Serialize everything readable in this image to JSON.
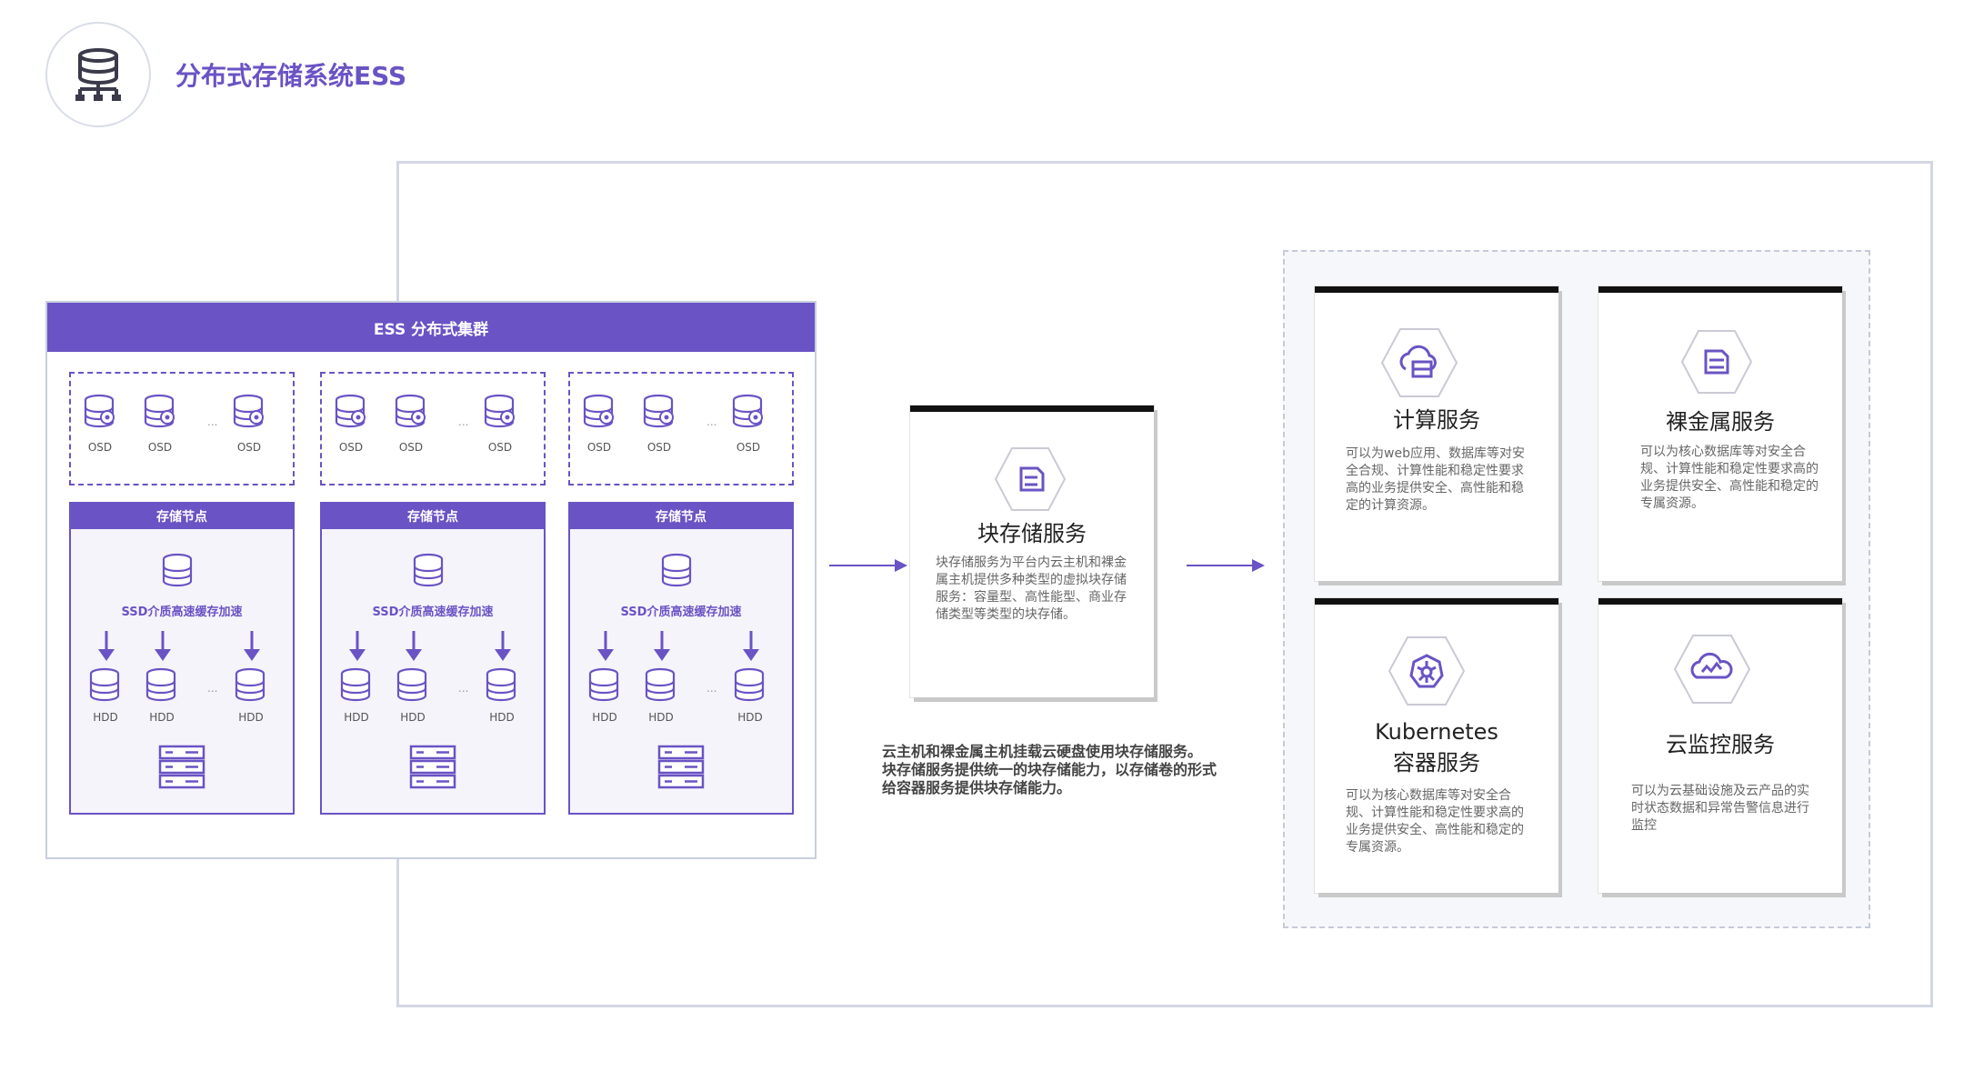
{
  "header": {
    "title": "分布式存储系统ESS"
  },
  "cluster": {
    "title": "ESS 分布式集群",
    "osd_label": "OSD",
    "ellipsis": "...",
    "node_title": "存储节点",
    "ssd_label": "SSD介质高速缓存加速",
    "hdd_label": "HDD"
  },
  "block_storage": {
    "title": "块存储服务",
    "description": "块存储服务为平台内云主机和裸金属主机提供多种类型的虚拟块存储服务：容量型、高性能型、商业存储类型等类型的块存储。"
  },
  "note": {
    "lines": [
      "云主机和裸金属主机挂载云硬盘使用块存储服务。",
      "块存储服务提供统一的块存储能力，以存储卷的形式",
      "给容器服务提供块存储能力。"
    ]
  },
  "services": [
    {
      "title": "计算服务",
      "icon": "cloud-server-icon",
      "description": "可以为web应用、数据库等对安全合规、计算性能和稳定性要求高的业务提供安全、高性能和稳定的计算资源。"
    },
    {
      "title": "裸金属服务",
      "icon": "bare-metal-icon",
      "description": "可以为核心数据库等对安全合规、计算性能和稳定性要求高的业务提供安全、高性能和稳定的专属资源。"
    },
    {
      "title_line1": "Kubernetes",
      "title_line2": "容器服务",
      "icon": "kubernetes-icon",
      "description": "可以为核心数据库等对安全合规、计算性能和稳定性要求高的业务提供安全、高性能和稳定的专属资源。"
    },
    {
      "title": "云监控服务",
      "icon": "cloud-monitor-icon",
      "description": "可以为云基础设施及云产品的实时状态数据和异常告警信息进行监控"
    }
  ],
  "colors": {
    "accent": "#6a53c4",
    "frame": "#d3d7e3"
  }
}
